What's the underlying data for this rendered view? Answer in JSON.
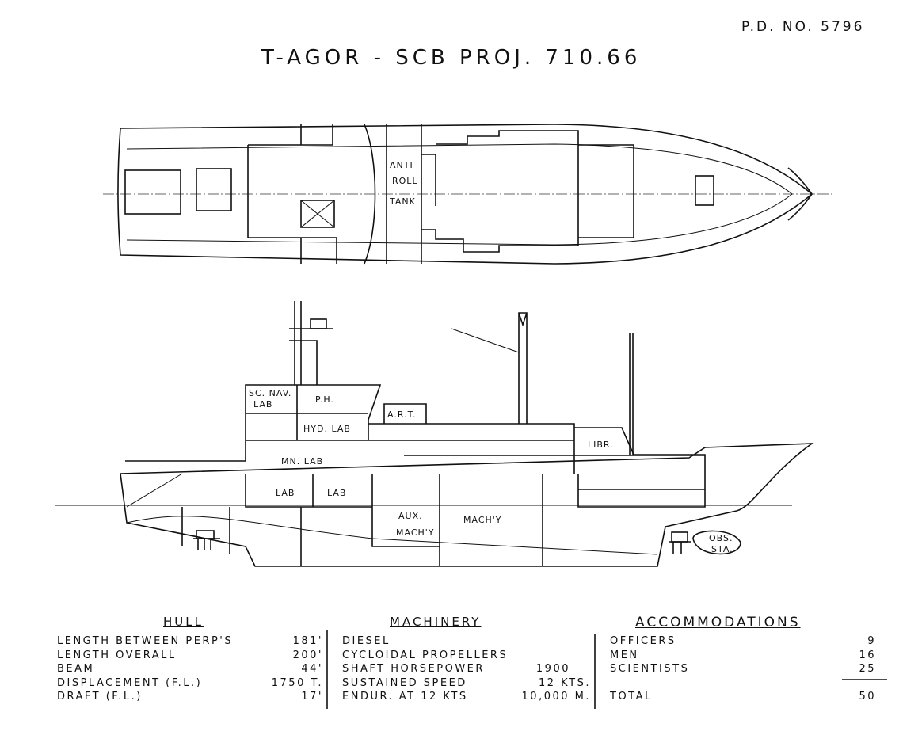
{
  "doc_number": "P.D. NO. 5796",
  "title": "T-AGOR - SCB PROJ. 710.66",
  "plan_labels": {
    "anti": "ANTI",
    "roll": "ROLL",
    "tank": "TANK"
  },
  "profile_labels": {
    "sc_nav": "SC. NAV.",
    "sc_nav_lab": "LAB",
    "ph": "P.H.",
    "art": "A.R.T.",
    "hyd_lab": "HYD. LAB",
    "mn_lab": "MN. LAB",
    "libr": "LIBR.",
    "lab1": "LAB",
    "lab2": "LAB",
    "aux": "AUX.",
    "aux_mach": "MACH'Y",
    "mach": "MACH'Y",
    "obs": "OBS.",
    "sta": "STA."
  },
  "hull": {
    "heading": "HULL",
    "rows": [
      {
        "label": "LENGTH BETWEEN PERP'S",
        "value": "181'"
      },
      {
        "label": "LENGTH OVERALL",
        "value": "200'"
      },
      {
        "label": "BEAM",
        "value": "44'"
      },
      {
        "label": "DISPLACEMENT (F.L.)",
        "value": "1750 T."
      },
      {
        "label": "DRAFT (F.L.)",
        "value": "17'"
      }
    ]
  },
  "machinery": {
    "heading": "MACHINERY",
    "rows": [
      {
        "label": "DIESEL",
        "value": ""
      },
      {
        "label": "CYCLOIDAL PROPELLERS",
        "value": ""
      },
      {
        "label": "SHAFT HORSEPOWER",
        "value": "1900"
      },
      {
        "label": "SUSTAINED SPEED",
        "value": "12 KTS."
      },
      {
        "label": "ENDUR. AT 12 KTS",
        "value": "10,000 M."
      }
    ]
  },
  "accommodations": {
    "heading": "ACCOMMODATIONS",
    "rows": [
      {
        "label": "OFFICERS",
        "value": "9"
      },
      {
        "label": "MEN",
        "value": "16"
      },
      {
        "label": "SCIENTISTS",
        "value": "25"
      }
    ],
    "total_label": "TOTAL",
    "total_value": "50"
  }
}
